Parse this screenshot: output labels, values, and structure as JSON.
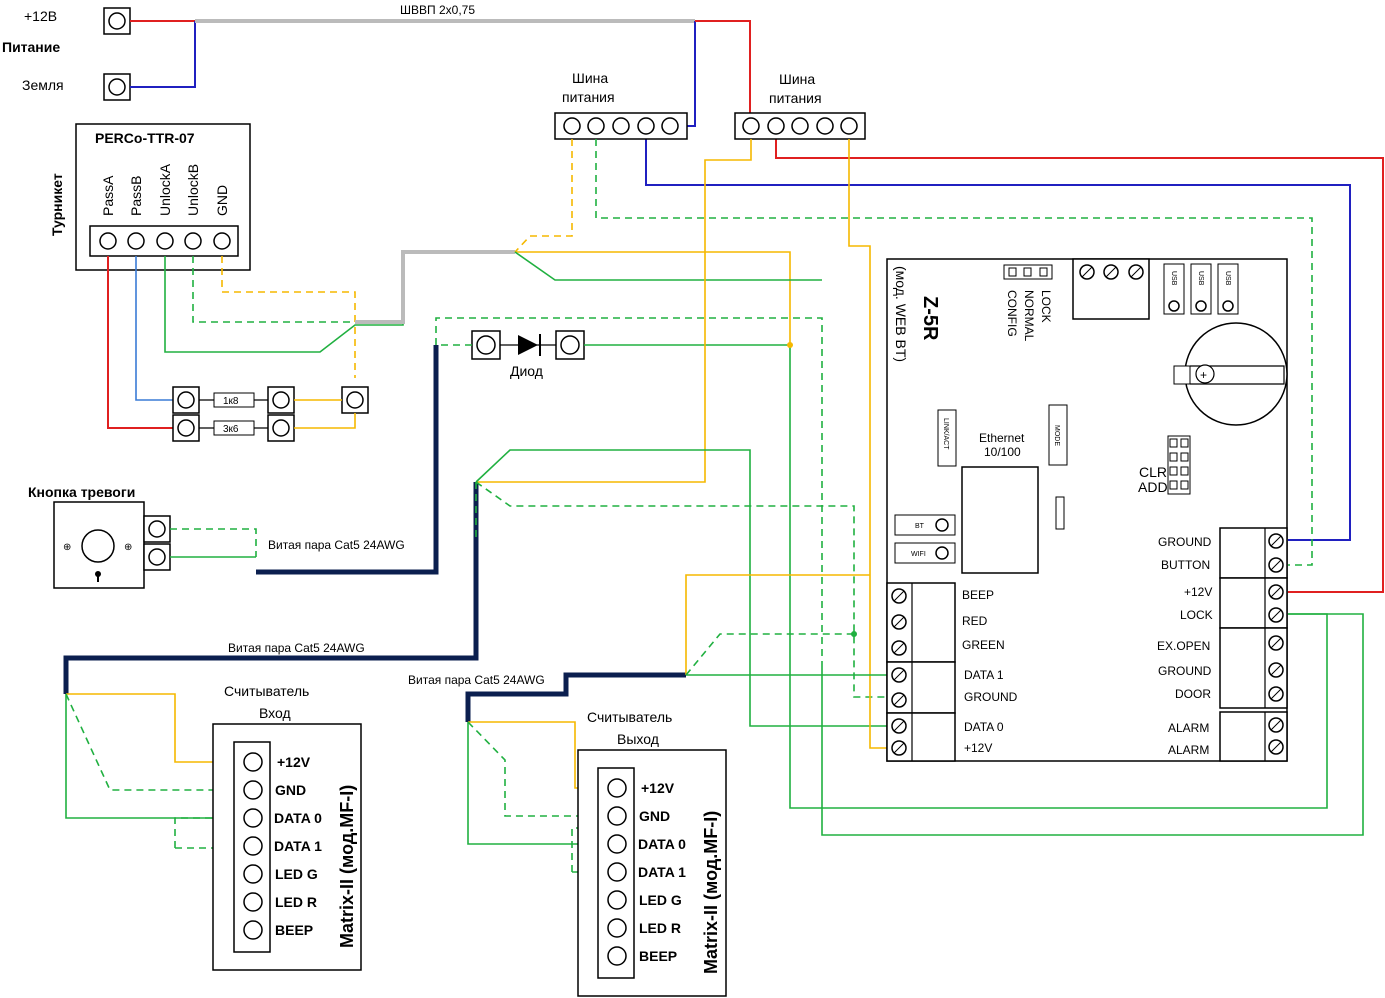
{
  "power": {
    "plus12": "+12В",
    "title": "Питание",
    "ground": "Земля",
    "cable": "ШВВП 2х0,75"
  },
  "bus": {
    "left": [
      "Шина",
      "питания"
    ],
    "right": [
      "Шина",
      "питания"
    ]
  },
  "turnstile": {
    "side_label": "Турникет",
    "model": "PERCo-TTR-07",
    "pins": [
      "PassA",
      "PassB",
      "UnlockA",
      "UnlockB",
      "GND"
    ]
  },
  "resistors": [
    "1к8",
    "3к6"
  ],
  "diode_label": "Диод",
  "alarm_button": "Кнопка тревоги",
  "twisted_pair": [
    "Витая пара Cat5 24AWG",
    "Витая пара Cat5 24AWG",
    "Витая пара Cat5 24AWG"
  ],
  "reader_in": {
    "title": [
      "Считыватель",
      "Вход"
    ],
    "model": "Matrix-II (мод.MF-I)",
    "pins": [
      "+12V",
      "GND",
      "DATA 0",
      "DATA 1",
      "LED G",
      "LED R",
      "BEEP"
    ]
  },
  "reader_out": {
    "title": [
      "Считыватель",
      "Выход"
    ],
    "model": "Matrix-II (мод.MF-I)",
    "pins": [
      "+12V",
      "GND",
      "DATA 0",
      "DATA 1",
      "LED G",
      "LED R",
      "BEEP"
    ]
  },
  "controller": {
    "model": "Z-5R",
    "variant": "(мод. WEB BT)",
    "jumpers": [
      "LOCK",
      "NORMAL",
      "CONFIG"
    ],
    "usb": [
      "USB",
      "USB",
      "USB"
    ],
    "ethernet": [
      "Ethernet",
      "10/100"
    ],
    "link": "LINK/ACT",
    "mode": "MODE",
    "bt": "BT",
    "wifi": "WIFI",
    "clr": "CLR",
    "add": "ADD",
    "left_terminals": [
      "BEEP",
      "RED",
      "GREEN",
      "DATA 1",
      "GROUND",
      "DATA 0",
      "+12V"
    ],
    "right_terminals": [
      "GROUND",
      "BUTTON",
      "+12V",
      "LOCK",
      "EX.OPEN",
      "GROUND",
      "DOOR",
      "ALARM",
      "ALARM"
    ]
  },
  "colors": {
    "plus": "#e02020",
    "minus": "#2020c0",
    "yellow": "#f5b800",
    "green": "#20b040",
    "cable_gray": "#bbbbbb",
    "cable_navy": "#0b1f4f"
  }
}
